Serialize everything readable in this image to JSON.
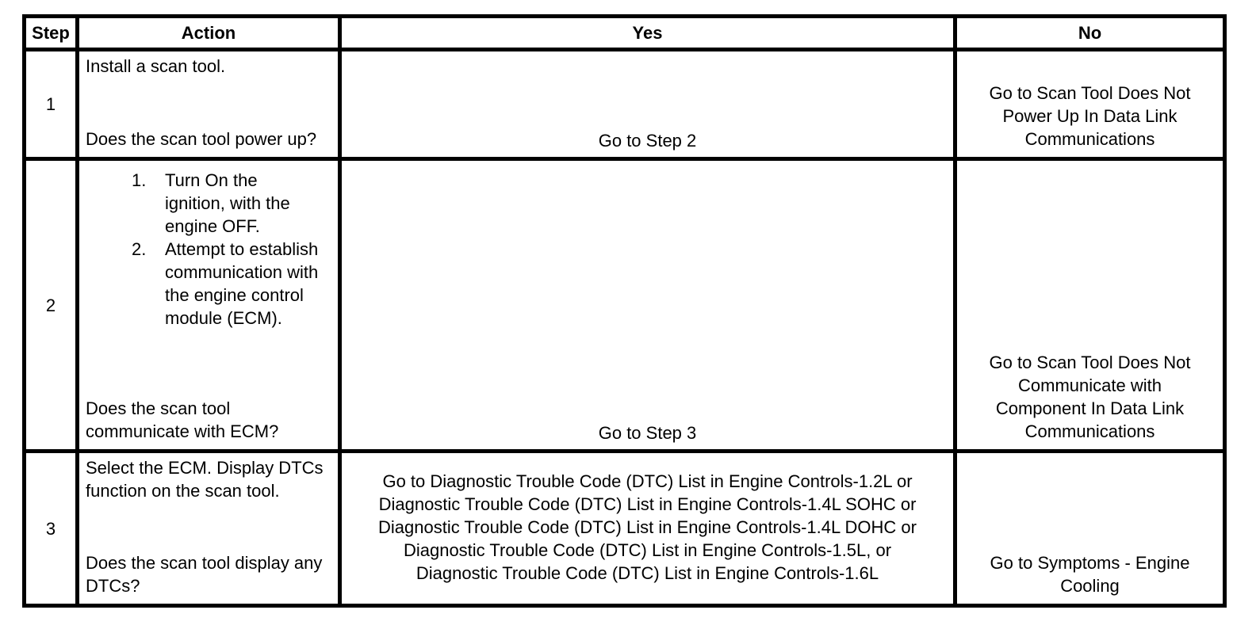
{
  "page": {
    "background_color": "#ffffff",
    "text_color": "#000000",
    "border_color": "#000000"
  },
  "table": {
    "headers": {
      "step": "Step",
      "action": "Action",
      "yes": "Yes",
      "no": "No"
    },
    "rows": [
      {
        "step": "1",
        "action_instruction": "Install a scan tool.",
        "action_question": "Does the scan tool power up?",
        "yes": "Go to Step 2",
        "no": "Go to Scan Tool Does Not Power Up In Data Link Communications"
      },
      {
        "step": "2",
        "action_list": [
          {
            "num": "1.",
            "text": "Turn On the ignition, with the engine OFF."
          },
          {
            "num": "2.",
            "text": "Attempt to establish communication with the engine control module (ECM)."
          }
        ],
        "action_question": "Does the scan tool communicate with ECM?",
        "yes": "Go to Step 3",
        "no": "Go to Scan Tool Does Not Communicate with Component In Data Link Communications"
      },
      {
        "step": "3",
        "action_instruction": "Select the ECM. Display DTCs function on the scan tool.",
        "action_question": "Does the scan tool display any DTCs?",
        "yes": "Go to Diagnostic Trouble Code (DTC) List in Engine Controls-1.2L or Diagnostic Trouble Code (DTC) List in Engine Controls-1.4L SOHC or Diagnostic Trouble Code (DTC) List in Engine Controls-1.4L DOHC or Diagnostic Trouble Code (DTC) List in Engine Controls-1.5L, or Diagnostic Trouble Code (DTC) List in Engine Controls-1.6L",
        "no": "Go to Symptoms - Engine Cooling"
      }
    ]
  }
}
